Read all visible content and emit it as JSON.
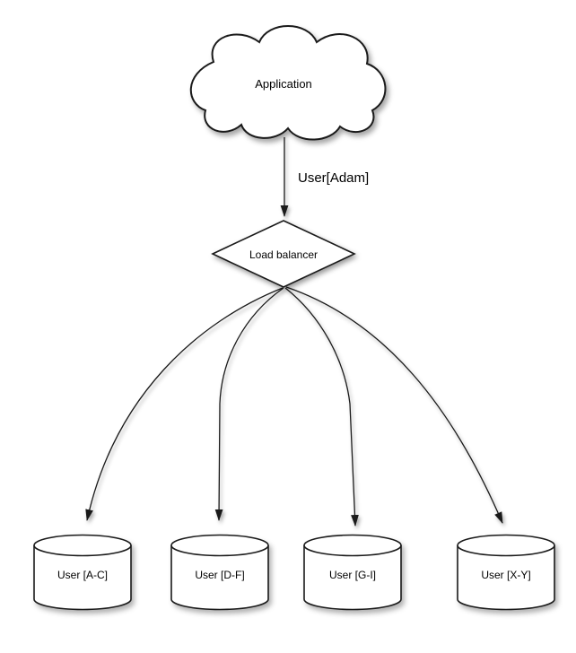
{
  "diagram": {
    "type": "architecture-sharding",
    "nodes": {
      "application": {
        "label": "Application",
        "shape": "cloud"
      },
      "load_balancer": {
        "label": "Load balancer",
        "shape": "diamond"
      },
      "shards": [
        {
          "label": "User [A-C]",
          "shape": "cylinder"
        },
        {
          "label": "User [D-F]",
          "shape": "cylinder"
        },
        {
          "label": "User [G-I]",
          "shape": "cylinder"
        },
        {
          "label": "User [X-Y]",
          "shape": "cylinder"
        }
      ]
    },
    "edges": {
      "app_to_lb": {
        "from": "application",
        "to": "load_balancer",
        "label": "User[Adam]"
      },
      "lb_to_shards": [
        {
          "from": "load_balancer",
          "to": "User [A-C]"
        },
        {
          "from": "load_balancer",
          "to": "User [D-F]"
        },
        {
          "from": "load_balancer",
          "to": "User [G-I]"
        },
        {
          "from": "load_balancer",
          "to": "User [X-Y]"
        }
      ]
    },
    "colors": {
      "stroke": "#1a1a1a",
      "fill": "#ffffff",
      "text": "#000000",
      "background": "#ffffff"
    }
  }
}
